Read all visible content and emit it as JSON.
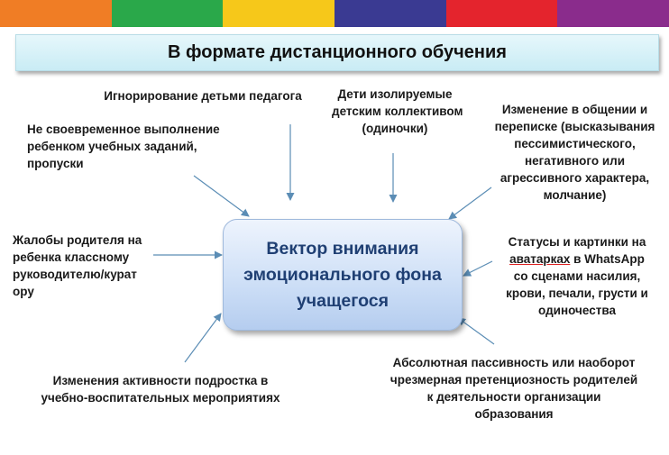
{
  "colors": {
    "stripes": [
      "#f07d25",
      "#2aa84a",
      "#f6c81a",
      "#3a3a92",
      "#e4242d",
      "#8a2c8c"
    ],
    "arrow": "#5b8db5",
    "center_text": "#1f3f73"
  },
  "title": "В формате  дистанционного обучения",
  "center": {
    "line1": "Вектор внимания",
    "line2": "эмоционального фона",
    "line3": "учащегося"
  },
  "labels": {
    "ignoring": "Игнорирование детьми  педагога",
    "isolated": [
      "Дети изолируемые",
      "детским коллективом",
      "(одиночки)"
    ],
    "communication": [
      "Изменение в общении и",
      "переписке (высказывания",
      "пессимистического,",
      "негативного или",
      "агрессивного характера,",
      "молчание)"
    ],
    "late_tasks": [
      "Не своевременное выполнение",
      "ребенком учебных заданий,",
      "пропуски"
    ],
    "parent_complaints": [
      "Жалобы родителя на",
      "ребенка классному",
      "руководителю/курат",
      "ору"
    ],
    "statuses": {
      "line1": "Статусы и картинки на",
      "line2_underlined": "аватарках",
      "line2_rest": " в WhatsApp",
      "line3": "со сценами насилия,",
      "line4": "крови, печали, грусти и",
      "line5": "одиночества"
    },
    "activity_change": [
      "Изменения активности подростка  в",
      "учебно-воспитательных мероприятиях"
    ],
    "passivity": [
      "Абсолютная пассивность или наоборот",
      "чрезмерная претенциозность родителей",
      "к  деятельности организации",
      "образования"
    ]
  }
}
